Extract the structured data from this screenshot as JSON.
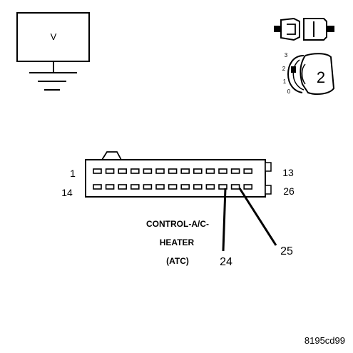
{
  "voltmeter": {
    "symbol": "V"
  },
  "ignition_switch": {
    "positions": [
      "3",
      "2",
      "1",
      "0"
    ],
    "selected_position": "2"
  },
  "connector": {
    "pin_rows": [
      {
        "start": "1",
        "end": "13",
        "count": 13
      },
      {
        "start": "14",
        "end": "26",
        "count": 13
      }
    ],
    "component_label": [
      "CONTROL-A/C-",
      "HEATER",
      "(ATC)"
    ],
    "callouts": [
      "24",
      "25"
    ]
  },
  "figure_id": "8195cd99"
}
